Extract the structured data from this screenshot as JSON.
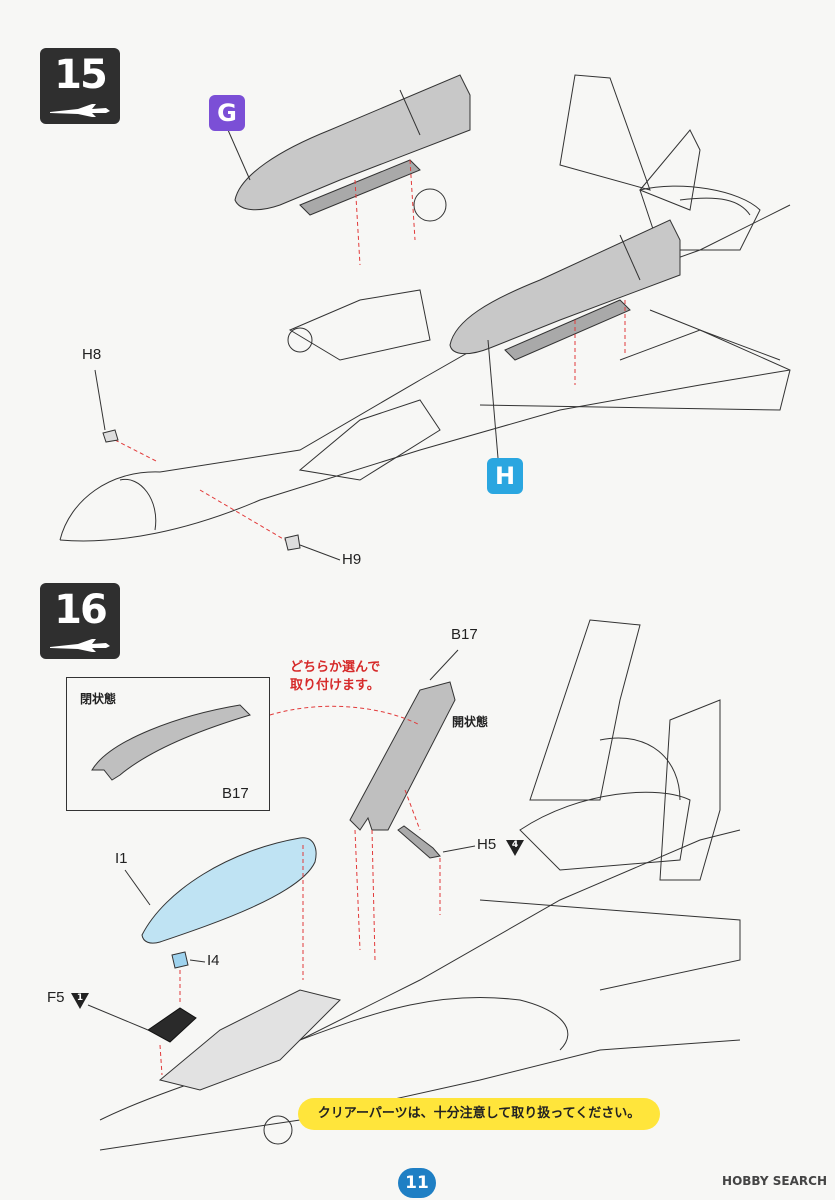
{
  "steps": [
    {
      "number": "15"
    },
    {
      "number": "16"
    }
  ],
  "step15": {
    "badges": {
      "g": "G",
      "h": "H"
    },
    "parts": {
      "h8": "H8",
      "h9": "H9"
    },
    "colors": {
      "g_badge": "#7b4fd6",
      "h_badge": "#2aa6e0",
      "guide_line": "#e23a3a"
    }
  },
  "step16": {
    "choice_note_line1": "どちらか選んで",
    "choice_note_line2": "取り付けます。",
    "closed_label": "閉状態",
    "open_label": "開状態",
    "parts": {
      "b17_inset": "B17",
      "b17_main": "B17",
      "h5": "H5",
      "h5_marker": "4",
      "i1": "I1",
      "i4": "I4",
      "f5": "F5",
      "f5_marker": "1"
    },
    "caution": "クリアーパーツは、十分注意して取り扱ってください。"
  },
  "page_number": "11",
  "watermark": "HOBBY SEARCH"
}
